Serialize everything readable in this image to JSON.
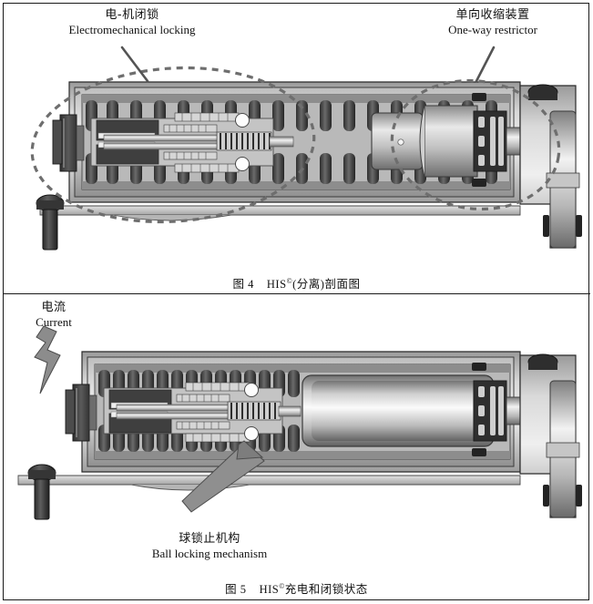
{
  "figure": {
    "top_panel": {
      "caption_label": "图 4",
      "caption_text": "HIS",
      "caption_sup": "©",
      "caption_tail": "(分离)剖面图",
      "annotations": [
        {
          "cn": "电-机闭锁",
          "en": "Electromechanical locking"
        },
        {
          "cn": "单向收缩装置",
          "en": "One-way restrictor"
        }
      ]
    },
    "bottom_panel": {
      "caption_label": "图 5",
      "caption_text": "HIS",
      "caption_sup": "©",
      "caption_tail": "充电和闭锁状态",
      "annotations": [
        {
          "cn": "电流",
          "en": "Current"
        },
        {
          "cn": "球锁止机构",
          "en": "Ball locking mechanism"
        }
      ]
    },
    "colors": {
      "ink": "#111111",
      "border": "#1a1a1a",
      "leader": "#545454",
      "highlight_ellipse": "#6e6e6e",
      "body_light": "#d8d8d8",
      "body_mid": "#a8a8a8",
      "body_dark": "#4a4a4a",
      "spring_dark": "#3c3c3c",
      "ball_white": "#fdfdfd",
      "bolt": "#3a3a3a",
      "arrow_gray": "#8c8c8c"
    }
  }
}
